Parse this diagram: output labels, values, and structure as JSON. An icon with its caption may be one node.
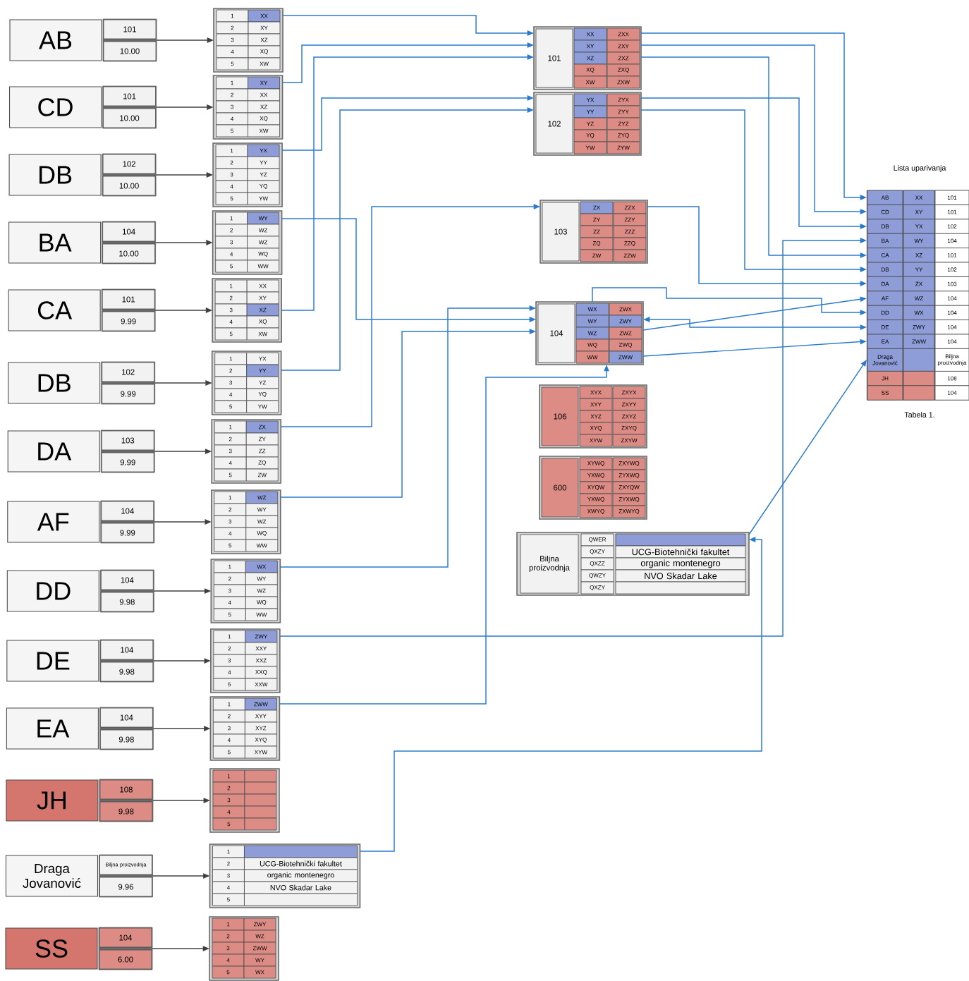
{
  "diagram": {
    "nodes": [
      {
        "text": [
          "AB"
        ]
      },
      {
        "text": [
          "101",
          "10.00"
        ]
      },
      {
        "text": [
          "1",
          "XX",
          "2",
          "XY",
          "3",
          "XZ",
          "4",
          "XQ",
          "5",
          "XW"
        ]
      },
      {
        "text": [
          "CD"
        ]
      },
      {
        "text": [
          "101",
          "10.00"
        ]
      },
      {
        "text": [
          "1",
          "XY",
          "2",
          "XX",
          "3",
          "XZ",
          "4",
          "XQ",
          "5",
          "XW"
        ]
      },
      {
        "text": [
          "DB"
        ]
      },
      {
        "text": [
          "102",
          "10.00"
        ]
      },
      {
        "text": [
          "1",
          "YX",
          "2",
          "YY",
          "3",
          "YZ",
          "4",
          "YQ",
          "5",
          "YW"
        ]
      },
      {
        "text": [
          "BA"
        ]
      },
      {
        "text": [
          "104",
          "10.00"
        ]
      },
      {
        "text": [
          "1",
          "WY",
          "2",
          "WZ",
          "3",
          "WZ",
          "4",
          "WQ",
          "5",
          "WW"
        ]
      },
      {
        "text": [
          "CA"
        ]
      },
      {
        "text": [
          "101",
          "9.99"
        ]
      },
      {
        "text": [
          "1",
          "XX",
          "2",
          "XY",
          "3",
          "XZ",
          "4",
          "XQ",
          "5",
          "XW"
        ]
      },
      {
        "text": [
          "DB"
        ]
      },
      {
        "text": [
          "102",
          "9.99"
        ]
      },
      {
        "text": [
          "1",
          "YX",
          "2",
          "YY",
          "3",
          "YZ",
          "4",
          "YQ",
          "5",
          "YW"
        ]
      },
      {
        "text": [
          "DA"
        ]
      },
      {
        "text": [
          "103",
          "9.99"
        ]
      },
      {
        "text": [
          "1",
          "ZX",
          "2",
          "ZY",
          "3",
          "ZZ",
          "4",
          "ZQ",
          "5",
          "ZW"
        ]
      },
      {
        "text": [
          "AF"
        ]
      },
      {
        "text": [
          "104",
          "9.99"
        ]
      },
      {
        "text": [
          "1",
          "WZ",
          "2",
          "WY",
          "3",
          "WZ",
          "4",
          "WQ",
          "5",
          "WW"
        ]
      },
      {
        "text": [
          "DD"
        ]
      },
      {
        "text": [
          "104",
          "9.98"
        ]
      },
      {
        "text": [
          "1",
          "WX",
          "2",
          "WY",
          "3",
          "WZ",
          "4",
          "WQ",
          "5",
          "WW"
        ]
      },
      {
        "text": [
          "DE"
        ]
      },
      {
        "text": [
          "104",
          "9.98"
        ]
      },
      {
        "text": [
          "1",
          "ZWY",
          "2",
          "XXY",
          "3",
          "XXZ",
          "4",
          "XXQ",
          "5",
          "XXW"
        ]
      },
      {
        "text": [
          "EA"
        ]
      },
      {
        "text": [
          "104",
          "9.98"
        ]
      },
      {
        "text": [
          "1",
          "ZWW",
          "2",
          "XYY",
          "3",
          "XYZ",
          "4",
          "XYQ",
          "5",
          "XYW"
        ]
      },
      {
        "text": [
          "JH"
        ]
      },
      {
        "text": [
          "108",
          "9.98"
        ]
      },
      {
        "text": [
          "1",
          "2",
          "3",
          "4",
          "5"
        ]
      },
      {
        "text": [
          "Draga Jovanović"
        ]
      },
      {
        "text": [
          "Biljna proizvodnja",
          "9.96"
        ]
      },
      {
        "text": [
          "1",
          "2",
          "UCG-Biotehnički fakultet",
          "3",
          "organic montenegro",
          "4",
          "NVO Skadar Lake",
          "5"
        ]
      },
      {
        "text": [
          "SS"
        ]
      },
      {
        "text": [
          "104",
          "6.00"
        ]
      },
      {
        "text": [
          "1",
          "ZWY",
          "2",
          "WZ",
          "3",
          "ZWW",
          "4",
          "WY",
          "5",
          "WX"
        ]
      },
      {
        "text": [
          "101",
          "XX",
          "ZXX",
          "XY",
          "ZXY",
          "XZ",
          "ZXZ",
          "XQ",
          "ZXQ",
          "XW",
          "ZXW"
        ]
      },
      {
        "text": [
          "102",
          "YX",
          "ZYX",
          "YY",
          "ZYY",
          "YZ",
          "ZYZ",
          "YQ",
          "ZYQ",
          "YW",
          "ZYW"
        ]
      },
      {
        "text": [
          "103",
          "ZX",
          "ZZX",
          "ZY",
          "ZZY",
          "ZZ",
          "ZZZ",
          "ZQ",
          "ZZQ",
          "ZW",
          "ZZW"
        ]
      },
      {
        "text": [
          "104",
          "WX",
          "ZWX",
          "WY",
          "ZWY",
          "WZ",
          "ZWZ",
          "WQ",
          "ZWQ",
          "WW",
          "ZWW"
        ]
      },
      {
        "text": [
          "106",
          "XYX",
          "ZXYX",
          "XYY",
          "ZXYY",
          "XYZ",
          "ZXYZ",
          "XYQ",
          "ZXYQ",
          "XYW",
          "ZXYW"
        ]
      },
      {
        "text": [
          "600",
          "XYWQ",
          "ZXYWQ",
          "YXWQ",
          "ZYXWQ",
          "XYQW",
          "ZXYQW",
          "YXWQ",
          "ZYXWQ",
          "XWYQ",
          "ZXWYQ"
        ]
      },
      {
        "text": [
          "Biljna proizvodnja",
          "QWER",
          "QXZY",
          "UCG-Biotehnički fakultet",
          "QXZZ",
          "organic montenegro",
          "QWZY",
          "NVO Skadar Lake",
          "QXZY"
        ]
      },
      {
        "text": [
          "AB",
          "XX",
          "101",
          "CD",
          "XY",
          "101",
          "DB",
          "YX",
          "102",
          "BA",
          "WY",
          "104",
          "CA",
          "XZ",
          "101",
          "DB",
          "YY",
          "102",
          "DA",
          "ZX",
          "103",
          "AF",
          "WZ",
          "104",
          "DD",
          "WX",
          "104",
          "DE",
          "ZWY",
          "104",
          "EA",
          "ZWW",
          "104",
          "Draga Jovanović",
          "Biljna proizvodnja",
          "JH",
          "108",
          "SS",
          "104"
        ],
        "beside": [
          "Lista uparivanja",
          "Tabela 1."
        ]
      }
    ],
    "edges": [
      {
        "from": 1,
        "to": 2,
        "arrow": "to",
        "color": "#404040"
      },
      {
        "from": 4,
        "to": 5,
        "arrow": "to",
        "color": "#404040"
      },
      {
        "from": 7,
        "to": 8,
        "arrow": "to",
        "color": "#404040"
      },
      {
        "from": 10,
        "to": 11,
        "arrow": "to",
        "color": "#404040"
      },
      {
        "from": 13,
        "to": 14,
        "arrow": "to",
        "color": "#404040"
      },
      {
        "from": 16,
        "to": 17,
        "arrow": "to",
        "color": "#404040"
      },
      {
        "from": 19,
        "to": 20,
        "arrow": "to",
        "color": "#404040"
      },
      {
        "from": 22,
        "to": 23,
        "arrow": "to",
        "color": "#404040"
      },
      {
        "from": 25,
        "to": 26,
        "arrow": "to",
        "color": "#404040"
      },
      {
        "from": 28,
        "to": 29,
        "arrow": "to",
        "color": "#404040"
      },
      {
        "from": 31,
        "to": 32,
        "arrow": "to",
        "color": "#404040"
      },
      {
        "from": 34,
        "to": 35,
        "arrow": "to",
        "color": "#404040"
      },
      {
        "from": 37,
        "to": 38,
        "arrow": "to",
        "color": "#404040"
      },
      {
        "from": 40,
        "to": 41,
        "arrow": "to",
        "color": "#404040"
      },
      {
        "from": 2,
        "to": 42,
        "arrow": "to"
      },
      {
        "from": 5,
        "to": 42,
        "arrow": "to"
      },
      {
        "from": 14,
        "to": 42,
        "arrow": "to"
      },
      {
        "from": 8,
        "to": 43,
        "arrow": "to"
      },
      {
        "from": 17,
        "to": 43,
        "arrow": "to"
      },
      {
        "from": 20,
        "to": 44,
        "arrow": "to"
      },
      {
        "from": 11,
        "to": 45,
        "arrow": "to"
      },
      {
        "from": 23,
        "to": 45,
        "arrow": "to"
      },
      {
        "from": 26,
        "to": 45,
        "arrow": "to"
      },
      {
        "from": 32,
        "to": 45,
        "arrow": "to"
      },
      {
        "from": 38,
        "to": 48,
        "arrow": "to"
      },
      {
        "from": 42,
        "to": 49,
        "arrow": "to"
      },
      {
        "from": 42,
        "to": 49,
        "arrow": "to"
      },
      {
        "from": 42,
        "to": 49,
        "arrow": "to"
      },
      {
        "from": 43,
        "to": 49,
        "arrow": "to"
      },
      {
        "from": 43,
        "to": 49,
        "arrow": "to"
      },
      {
        "from": 44,
        "to": 49,
        "arrow": "to"
      },
      {
        "from": 29,
        "to": 49,
        "arrow": "to"
      },
      {
        "from": 45,
        "to": 49,
        "arrow": "to"
      },
      {
        "from": 45,
        "to": 49,
        "arrow": "to"
      },
      {
        "from": 45,
        "to": 49,
        "arrow": "both"
      },
      {
        "from": 45,
        "to": 49,
        "arrow": "to"
      },
      {
        "from": 48,
        "to": 49,
        "arrow": "to"
      }
    ]
  }
}
